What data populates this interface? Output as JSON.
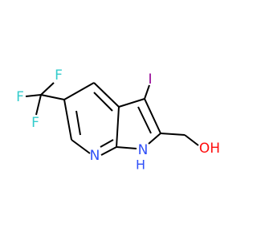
{
  "molecule": {
    "atoms": {
      "iodine": {
        "label": "I",
        "color": "#940094"
      },
      "fluorine_top": {
        "label": "F",
        "color": "#33cccc"
      },
      "fluorine_left": {
        "label": "F",
        "color": "#33cccc"
      },
      "fluorine_bottom": {
        "label": "F",
        "color": "#33cccc"
      },
      "pyridine_nitrogen": {
        "label": "N",
        "color": "#3050f8"
      },
      "pyrrole_nitrogen": {
        "label": "N",
        "color": "#3050f8"
      },
      "pyrrole_hydrogen": {
        "label": "H",
        "color": "#3050f8"
      },
      "hydroxyl": {
        "label": "OH",
        "color": "#ff0d0d"
      }
    }
  }
}
